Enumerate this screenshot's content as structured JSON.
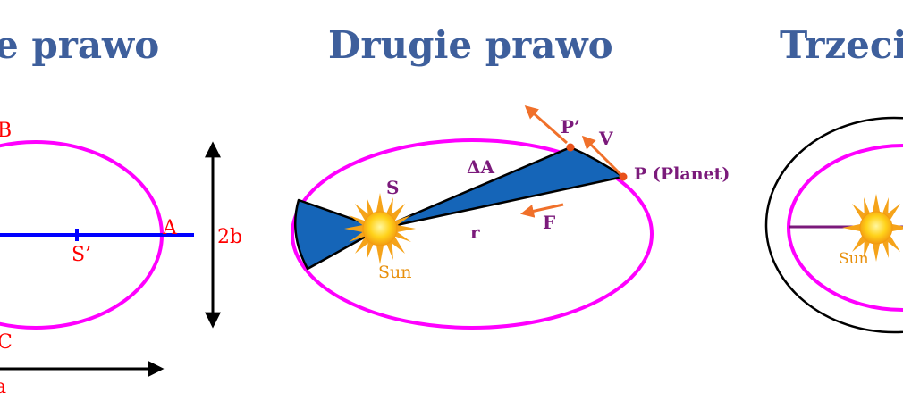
{
  "titles": {
    "left": "e prawo",
    "center": "Drugie prawo",
    "right": "Trzecie"
  },
  "left_panel": {
    "labels": {
      "b": "B",
      "a": "A",
      "c": "C",
      "s_prime": "S’",
      "two_b": "2b",
      "a_bottom": "a"
    }
  },
  "center_panel": {
    "labels": {
      "s": "S",
      "delta_a": "ΔA",
      "p_prime": "P’",
      "v": "V",
      "p_planet": "P (Planet)",
      "f": "F",
      "r": "r",
      "sun": "Sun"
    }
  },
  "right_panel": {
    "labels": {
      "sun": "Sun"
    }
  },
  "colors": {
    "title": "#3e5f9c",
    "orbit": "#ff00ff",
    "axis": "#0000ff",
    "label_red": "#ff0000",
    "sweep_fill": "#1565b8",
    "arrow_orange": "#f0702a",
    "label_purple": "#7b1a7b",
    "sun_label": "#e8900c"
  }
}
